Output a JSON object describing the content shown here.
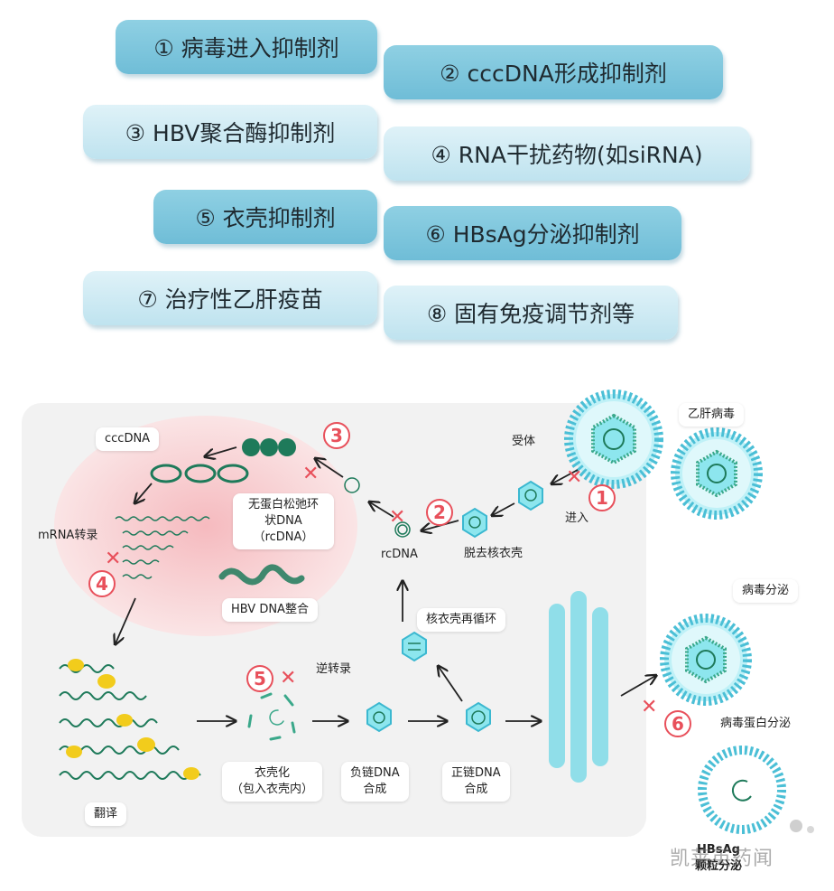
{
  "inhibitor_classes": [
    "① 病毒进入抑制剂",
    "② cccDNA形成抑制剂",
    "③ HBV聚合酶抑制剂",
    "④ RNA干扰药物(如siRNA)",
    "⑤ 衣壳抑制剂",
    "⑥ HBsAg分泌抑制剂",
    "⑦ 治疗性乙肝疫苗",
    "⑧ 固有免疫调节剂等"
  ],
  "step_markers": [
    "1",
    "2",
    "3",
    "4",
    "5",
    "6"
  ],
  "labels": {
    "cccdna": "cccDNA",
    "mrna": "mRNA转录",
    "rcdna_line1": "无蛋白松弛环",
    "rcdna_line2": "状DNA",
    "rcdna_line3": "（rcDNA）",
    "rcdna": "rcDNA",
    "integration": "HBV DNA整合",
    "receptor": "受体",
    "entry": "进入",
    "uncoating": "脱去核衣壳",
    "hbv": "乙肝病毒",
    "recycling": "核衣壳再循环",
    "reverse_transcription": "逆转录",
    "translation": "翻译",
    "encapsidation_line1": "衣壳化",
    "encapsidation_line2": "（包入衣壳内）",
    "minus_strand_line1": "负链DNA",
    "minus_strand_line2": "合成",
    "plus_strand_line1": "正链DNA",
    "plus_strand_line2": "合成",
    "virion_secretion": "病毒分泌",
    "protein_secretion": "病毒蛋白分泌",
    "subviral_line1": "HBsAg",
    "subviral_line2": "颗粒分泌"
  },
  "watermark": "凯莱英药闻",
  "colors": {
    "tag_dark": "#7cc5dd",
    "tag_light": "#cfeaf3",
    "marker_red": "#e8505b",
    "cell_panel": "#f2f2f2",
    "nucleus": "#f7c9cc",
    "dna_green": "#1e7a5a",
    "virus_cyan": "#4bbfd6",
    "ribosome_yellow": "#f2cc1c"
  }
}
